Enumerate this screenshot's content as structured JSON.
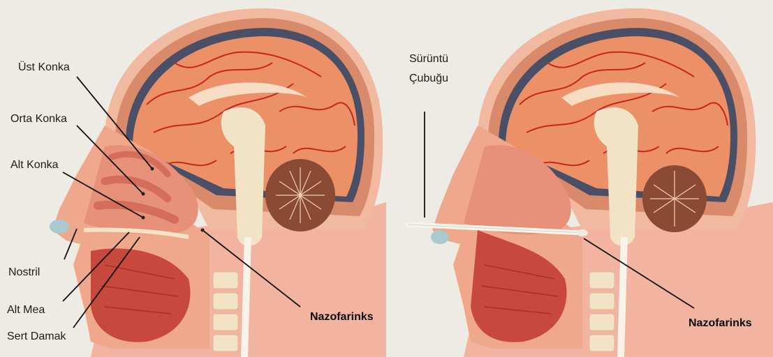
{
  "left_panel": {
    "labels": {
      "ust_konka": "Üst Konka",
      "orta_konka": "Orta Konka",
      "alt_konka": "Alt Konka",
      "nostril": "Nostril",
      "alt_mea": "Alt Mea",
      "sert_damak": "Sert Damak",
      "nazofarinks": "Nazofarinks"
    }
  },
  "right_panel": {
    "labels": {
      "swab_line1": "Sürüntü",
      "swab_line2": "Çubuğu",
      "nazofarinks": "Nazofarinks"
    }
  },
  "colors": {
    "background": "#eeeae4",
    "brain": "#e98a62",
    "vessel": "#c8261c",
    "skin": "#f0a88c",
    "tissue": "#e07a63",
    "bone": "#f3e3c6",
    "cerebellum": "#8a4a34"
  }
}
